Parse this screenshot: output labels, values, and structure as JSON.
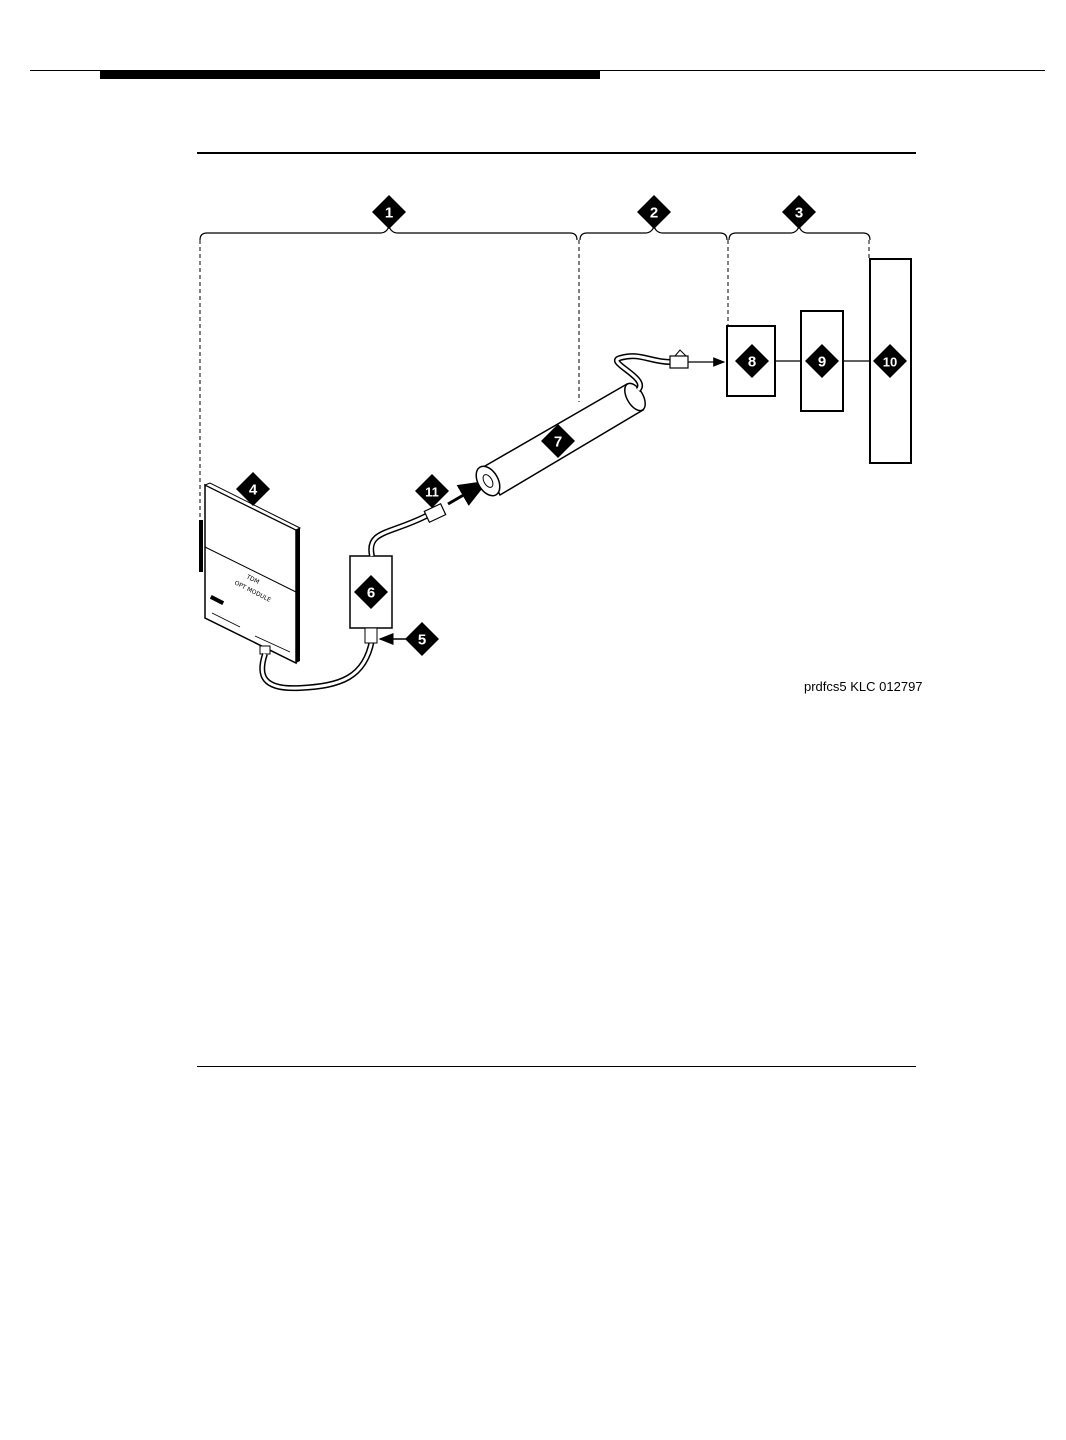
{
  "header": {
    "thin_rule": "header-rule",
    "thick_rule": "header-bar"
  },
  "figure": {
    "id_label": "prdfcs5 KLC 012797",
    "callouts": [
      "1",
      "2",
      "3",
      "4",
      "5",
      "6",
      "7",
      "8",
      "9",
      "10",
      "11"
    ],
    "module_label_line1": "TDM",
    "module_label_line2": "OPT MODULE"
  },
  "colors": {
    "ink": "#000000",
    "paper": "#ffffff"
  }
}
